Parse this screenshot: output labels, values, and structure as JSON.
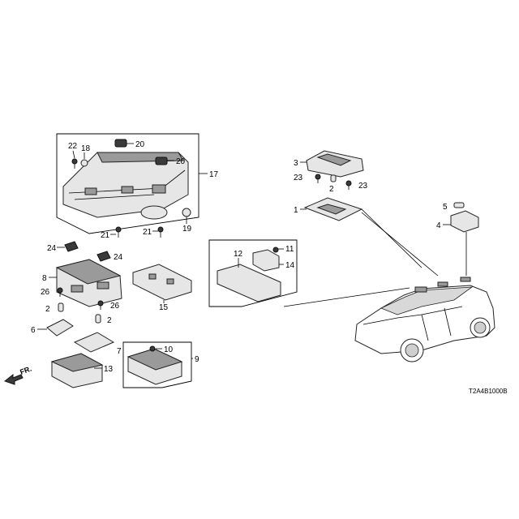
{
  "diagram": {
    "code": "T2A4B1000B",
    "direction_label": "FR.",
    "labels": {
      "p1": "1",
      "p2a": "2",
      "p2b": "2",
      "p2c": "2",
      "p3": "3",
      "p4": "4",
      "p5": "5",
      "p6": "6",
      "p7": "7",
      "p8": "8",
      "p9": "9",
      "p10": "10",
      "p11": "11",
      "p12": "12",
      "p13": "13",
      "p14": "14",
      "p15": "15",
      "p17": "17",
      "p18": "18",
      "p19": "19",
      "p20a": "20",
      "p20b": "20",
      "p21a": "21",
      "p21b": "21",
      "p22": "22",
      "p23a": "23",
      "p23b": "23",
      "p24a": "24",
      "p24b": "24",
      "p26a": "26",
      "p26b": "26"
    }
  }
}
